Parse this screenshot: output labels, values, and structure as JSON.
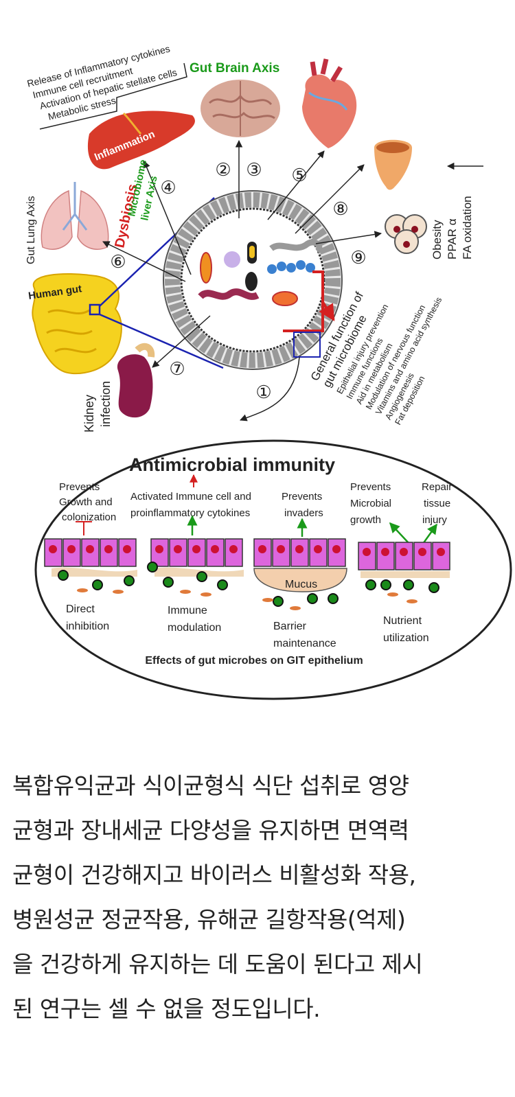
{
  "top_left_list": [
    "Release of Inflammatory cytokines",
    "Immune cell recruitment",
    "Activation of hepatic stellate cells",
    "Metabolic stress"
  ],
  "gut_brain_axis": "Gut Brain Axis",
  "inflammation": "Inflammation",
  "dysbiosis": "Dysbiosis",
  "microbiome_liver_axis": [
    "Microbiome",
    "liver Axis"
  ],
  "gut_lung_axis": "Gut Lung Axis",
  "human_gut": "Human gut",
  "kidney_infection": [
    "Kidney",
    "infection"
  ],
  "obesity_labels": [
    "Obesity",
    "PPAR α",
    "FA oxidation"
  ],
  "numbers": [
    "①",
    "②",
    "③",
    "④",
    "⑤",
    "⑥",
    "⑦",
    "⑧",
    "⑨"
  ],
  "general_function_title": [
    "General function of",
    "gut microbiome"
  ],
  "general_function_items": [
    "Epithelial injury prevention",
    "Immune functions",
    "Aid in metabolism",
    "Modulation of nervous function",
    "Vitamins and amino acid synthesis",
    "Angiogenesis",
    "Fat deposition"
  ],
  "antimicrobial_title": "Antimicrobial immunity",
  "panel1_top": [
    "Prevents",
    "Growth and",
    "colonization"
  ],
  "panel2_top": [
    "Activated Immune cell and",
    "proinflammatory cytokines"
  ],
  "panel3_top": [
    "Prevents",
    "invaders"
  ],
  "panel4_top_a": [
    "Prevents",
    "Microbial",
    "growth"
  ],
  "panel4_top_b": [
    "Repair",
    "tissue",
    "injury"
  ],
  "mucus": "Mucus",
  "panel_bottom": [
    [
      "Direct",
      "inhibition"
    ],
    [
      "Immune",
      "modulation"
    ],
    [
      "Barrier",
      "maintenance"
    ],
    [
      "Nutrient",
      "utilization"
    ]
  ],
  "effects_caption": "Effects of  gut microbes on GIT epithelium",
  "caption": "복합유익균과 식이균형식 식단 섭취로 영양\n균형과 장내세균 다양성을 유지하면 면역력\n균형이 건강해지고 바이러스 비활성화 작용,\n병원성균 정균작용, 유해균 길항작용(억제)\n을 건강하게 유지하는 데 도움이 된다고 제시\n된 연구는 셀 수 없을 정도입니다.",
  "colors": {
    "green": "#1a9a1a",
    "red": "#d42020",
    "blue": "#1a22b0",
    "cell": "#dd66dd",
    "nucleus": "#cc1133"
  }
}
